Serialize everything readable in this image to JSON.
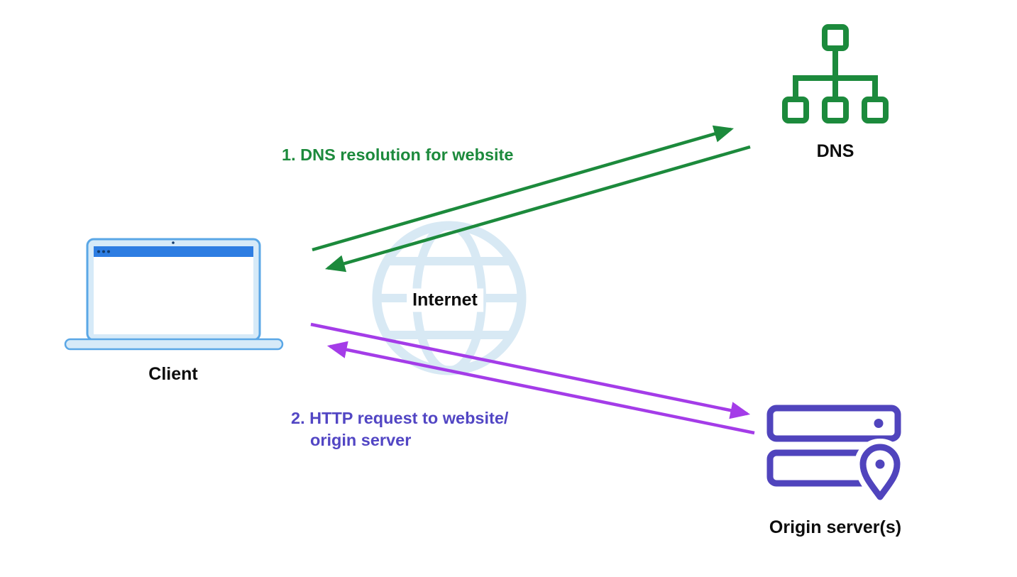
{
  "diagram": {
    "background": "#ffffff",
    "nodes": {
      "client": {
        "label": "Client",
        "icon": "laptop-icon"
      },
      "internet": {
        "label": "Internet",
        "icon": "globe-icon"
      },
      "dns": {
        "label": "DNS",
        "icon": "sitemap-icon"
      },
      "origin": {
        "label": "Origin server(s)",
        "icon": "server-stack-pin-icon"
      }
    },
    "flows": {
      "step1": {
        "label": "1. DNS resolution for website",
        "color": "#1c8a3c",
        "from": "Client",
        "to": "DNS",
        "direction": "bidirectional"
      },
      "step2": {
        "label_line1": "2. HTTP request to website/",
        "label_line2": "origin server",
        "text_color": "#5246c4",
        "arrow_color": "#a43ce8",
        "from": "Client",
        "to": "Origin server(s)",
        "direction": "bidirectional"
      }
    },
    "colors": {
      "green": "#1c8a3c",
      "purple_arrow": "#a43ce8",
      "indigo_icon": "#5044bd",
      "indigo_text": "#5246c4",
      "laptop_stroke": "#5aa7e6",
      "laptop_fill": "#d6eaf8",
      "laptop_titlebar": "#2d7de2",
      "globe_blue": "#d8e9f4",
      "label_black": "#0d0d0d"
    }
  }
}
